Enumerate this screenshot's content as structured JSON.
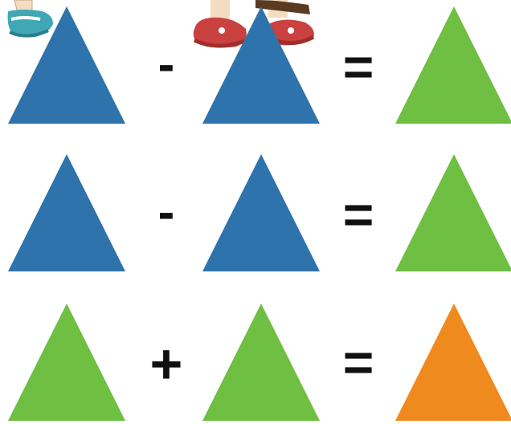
{
  "colors": {
    "blue": "#2f73ad",
    "green": "#6fbf43",
    "orange": "#ef8a1f",
    "operator": "#111111"
  },
  "rows": [
    {
      "left": "blue",
      "operator": "-",
      "right": "blue",
      "equals": "=",
      "result": "green"
    },
    {
      "left": "blue",
      "operator": "-",
      "right": "blue",
      "equals": "=",
      "result": "green"
    },
    {
      "left": "green",
      "operator": "+",
      "right": "green",
      "equals": "=",
      "result": "orange"
    }
  ],
  "decorations": [
    "cartoon-feet-teal-shoe",
    "cartoon-feet-red-shoes"
  ]
}
